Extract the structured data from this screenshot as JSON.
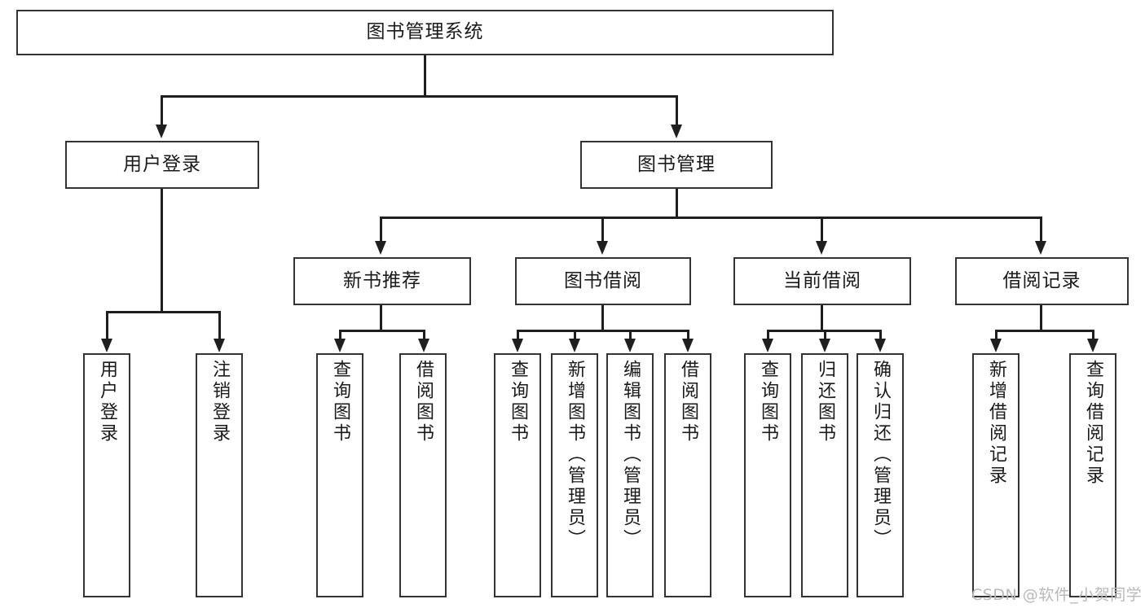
{
  "diagram": {
    "title": "图书管理系统",
    "type": "tree",
    "root": {
      "label": "图书管理系统"
    },
    "level1": [
      {
        "label": "用户登录"
      },
      {
        "label": "图书管理"
      }
    ],
    "level2": [
      {
        "label": "新书推荐"
      },
      {
        "label": "图书借阅"
      },
      {
        "label": "当前借阅"
      },
      {
        "label": "借阅记录"
      }
    ],
    "leaves": {
      "user_login": [
        {
          "label": "用户登录"
        },
        {
          "label": "注销登录"
        }
      ],
      "new_book_recommend": [
        {
          "label": "查询图书"
        },
        {
          "label": "借阅图书"
        }
      ],
      "book_borrow": [
        {
          "label": "查询图书"
        },
        {
          "label": "新增图书（管理员）"
        },
        {
          "label": "编辑图书（管理员）"
        },
        {
          "label": "借阅图书"
        }
      ],
      "current_borrow": [
        {
          "label": "查询图书"
        },
        {
          "label": "归还图书"
        },
        {
          "label": "确认归还（管理员）"
        }
      ],
      "borrow_record": [
        {
          "label": "新增借阅记录"
        },
        {
          "label": "查询借阅记录"
        }
      ]
    }
  },
  "watermark": {
    "text": "CSDN @软件_小贺同学"
  },
  "colors": {
    "border": "#333333",
    "line": "#1f1f1f",
    "text": "#1a1a1a",
    "background": "#ffffff",
    "watermark": "#b9b9b9"
  }
}
